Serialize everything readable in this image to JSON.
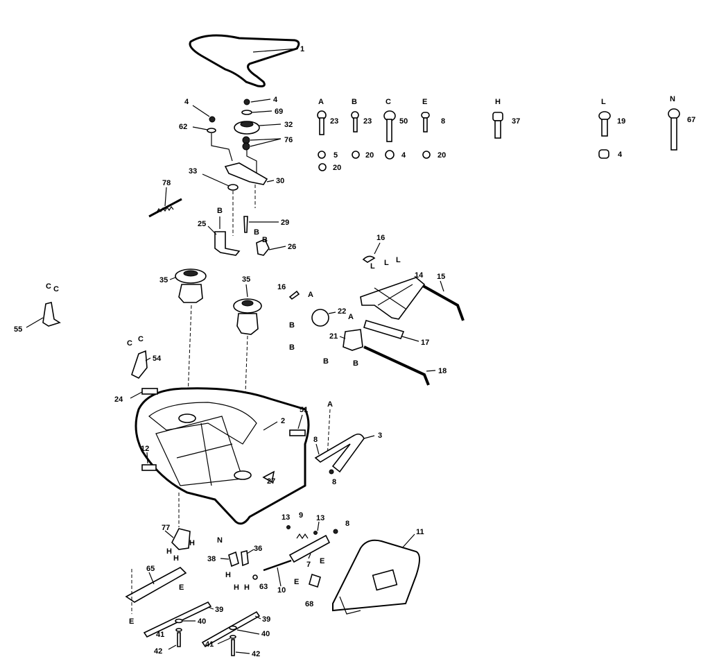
{
  "callouts": {
    "belt": "1",
    "nut_top_right": "4",
    "washer_69": "69",
    "idler_pulley": "32",
    "spacer_76": "76",
    "nut_top_left": "4",
    "washer_62": "62",
    "washer_33": "33",
    "idler_arm": "30",
    "spring": "78",
    "bolt_29": "29",
    "bracket_25": "25",
    "bracket_26": "26",
    "cotter_16a": "16",
    "cotter_16b": "16",
    "hanger_14": "14",
    "rod_15": "15",
    "bracket_22": "22",
    "bracket_21": "21",
    "plate_17": "17",
    "rod_18": "18",
    "spindle_35a": "35",
    "spindle_35b": "35",
    "bracket_55": "55",
    "bracket_54": "54",
    "decal_24": "24",
    "decal_12": "12",
    "deck_2": "2",
    "decal_51": "51",
    "hitch_8": "8",
    "handle_3": "3",
    "decal_27": "27",
    "bolt_8b": "8",
    "wheel_77": "77",
    "pin_13a": "13",
    "spring_9": "9",
    "pin_13b": "13",
    "nut_8c": "8",
    "shield_11": "11",
    "axle_7": "7",
    "rod_10": "10",
    "bearing_38": "38",
    "bearing_36": "36",
    "washer_63": "63",
    "decal_68": "68",
    "baffle_65": "65",
    "blade_39a": "39",
    "blade_39b": "39",
    "washer_40a": "40",
    "washer_40b": "40",
    "washer_41a": "41",
    "washer_41b": "41",
    "bolt_42a": "42",
    "bolt_42b": "42"
  },
  "letters": {
    "A": "A",
    "B": "B",
    "C": "C",
    "E": "E",
    "H": "H",
    "L": "L",
    "N": "N"
  },
  "hardware": {
    "bolts": [
      {
        "key": "A",
        "qty": "23"
      },
      {
        "key": "B",
        "qty": "23"
      },
      {
        "key": "C",
        "qty": "50"
      },
      {
        "key": "E",
        "qty": "8"
      },
      {
        "key": "H",
        "qty": "37"
      },
      {
        "key": "L",
        "qty": "19"
      },
      {
        "key": "N",
        "qty": "67"
      }
    ],
    "nuts": [
      "5",
      "20",
      "4",
      "20",
      "20",
      "4"
    ]
  }
}
